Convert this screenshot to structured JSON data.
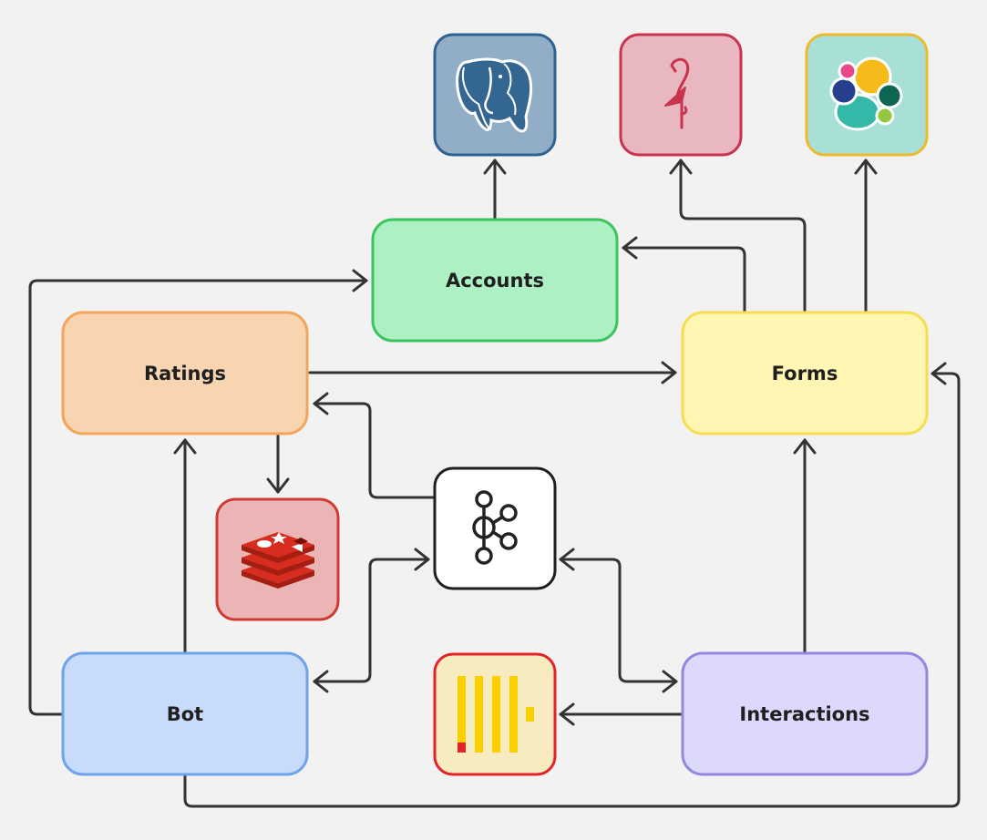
{
  "nodes": {
    "accounts": {
      "label": "Accounts",
      "fill": "#adf0c4",
      "stroke": "#3cc55d"
    },
    "ratings": {
      "label": "Ratings",
      "fill": "#f8d5b0",
      "stroke": "#f3a65b"
    },
    "forms": {
      "label": "Forms",
      "fill": "#fff6b3",
      "stroke": "#f7dd4f"
    },
    "bot": {
      "label": "Bot",
      "fill": "#c7dcfb",
      "stroke": "#6fa3ea"
    },
    "interactions": {
      "label": "Interactions",
      "fill": "#ddd9fc",
      "stroke": "#9289de"
    }
  },
  "icon_tiles": {
    "postgres": {
      "icon": "postgresql-elephant-icon",
      "fill": "#92aec6",
      "stroke": "#2f6192"
    },
    "flamingo": {
      "icon": "flamingo-bird-icon",
      "fill": "#e8b7bf",
      "stroke": "#c9334e"
    },
    "elastic": {
      "icon": "elasticsearch-blobs-icon",
      "fill": "#a8e0d8",
      "stroke": "#ecbb2d"
    },
    "redis": {
      "icon": "redis-stack-icon",
      "fill": "#ebb5b5",
      "stroke": "#d03a32"
    },
    "kafka": {
      "icon": "kafka-nodes-icon",
      "fill": "#ffffff",
      "stroke": "#1f1f1f"
    },
    "clickhouse": {
      "icon": "clickhouse-bars-icon",
      "fill": "#f7ebc0",
      "stroke": "#e0242a"
    }
  },
  "edges": [
    {
      "from": "accounts",
      "to": "postgres"
    },
    {
      "from": "forms",
      "to": "flamingo"
    },
    {
      "from": "forms",
      "to": "elastic"
    },
    {
      "from": "forms",
      "to": "accounts"
    },
    {
      "from": "bot",
      "to": "accounts"
    },
    {
      "from": "ratings",
      "to": "forms"
    },
    {
      "from": "ratings",
      "to": "redis"
    },
    {
      "from": "kafka",
      "to": "ratings"
    },
    {
      "from": "bot",
      "to": "ratings"
    },
    {
      "from": "bot",
      "to": "kafka",
      "bidirectional": true
    },
    {
      "from": "interactions",
      "to": "kafka",
      "bidirectional": true
    },
    {
      "from": "interactions",
      "to": "clickhouse"
    },
    {
      "from": "interactions",
      "to": "forms"
    },
    {
      "from": "bot",
      "to": "forms"
    }
  ],
  "edge_color": "#333333"
}
